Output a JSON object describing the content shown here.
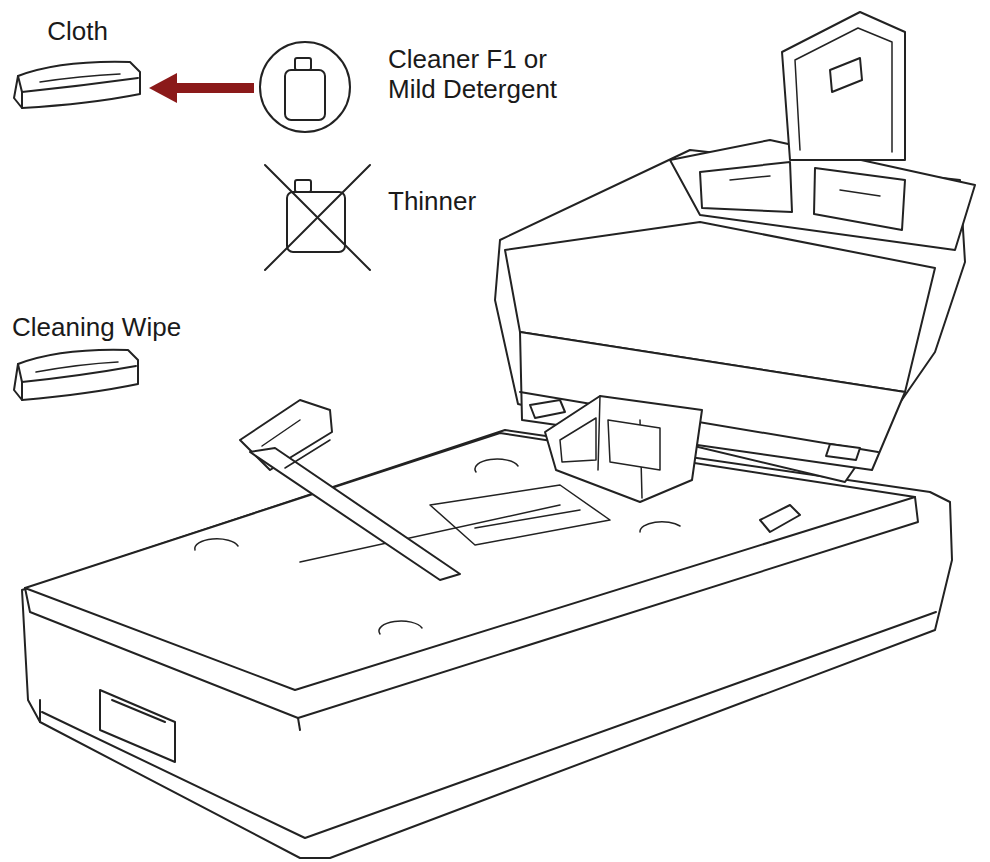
{
  "diagram": {
    "nodes": [
      {
        "text": [
          "Cloth"
        ]
      },
      {
        "text": [
          "Cleaner F1 or Mild Detergent"
        ]
      }
    ],
    "edges": [
      {
        "from": 1,
        "to": 0,
        "arrow": "to"
      }
    ],
    "labels": [
      "Thinner",
      "Cleaning Wipe"
    ]
  }
}
